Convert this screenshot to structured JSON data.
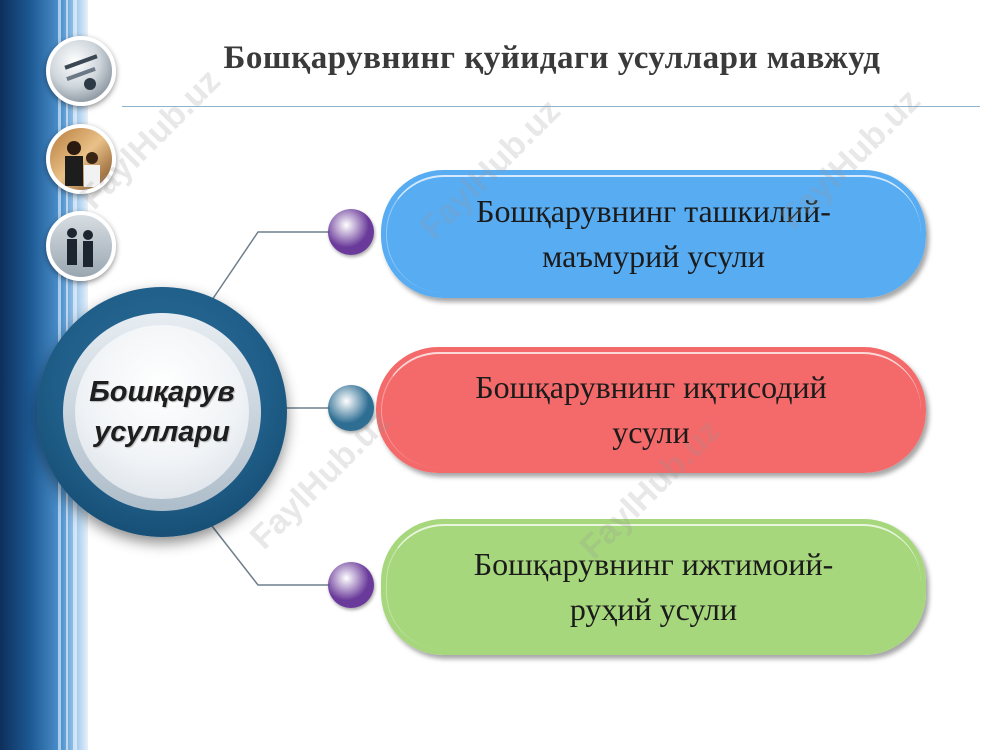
{
  "slide": {
    "title": "Бошқарувнинг қуйидаги усуллари мавжуд"
  },
  "hub": {
    "line1": "Бошқарув",
    "line2": "усуллари"
  },
  "methods": [
    {
      "line1": "Бошқарувнинг ташкилий-",
      "line2": "маъмурий усули",
      "color": "#58acf2",
      "dot_color": "#6a3a9a"
    },
    {
      "line1": "Бошқарувнинг иқтисодий",
      "line2": "усули",
      "color": "#f46a6a",
      "dot_color": "#2e6e93"
    },
    {
      "line1": "Бошқарувнинг ижтимоий-",
      "line2": "руҳий усули",
      "color": "#a6d77c",
      "dot_color": "#6a3a9a"
    }
  ],
  "watermark": {
    "text": "FaylHub.uz"
  },
  "colors": {
    "connector": "#6f7f8c",
    "title_rule": "#8fb3cc",
    "left_band": "#1d5a94"
  }
}
